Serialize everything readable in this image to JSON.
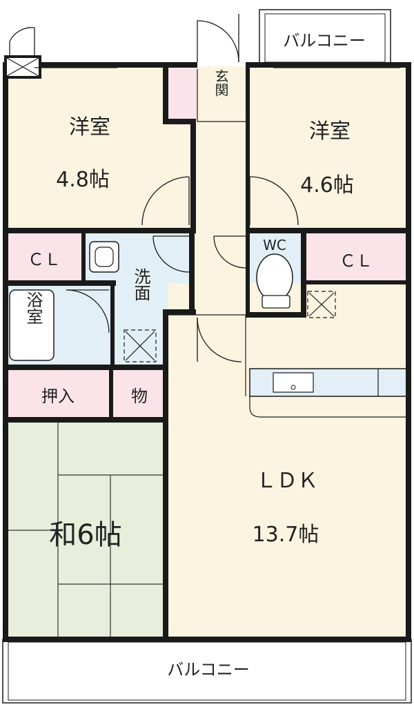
{
  "colors": {
    "wall": "#1a1a1a",
    "western_room": "#fbf4e0",
    "ldk": "#fbf4e0",
    "japanese_room": "#e7eedb",
    "storage": "#fae4ea",
    "wet_area": "#e2eff6",
    "balcony": "#ffffff"
  },
  "rooms": {
    "western_left": {
      "name": "洋室",
      "size": "4.8帖"
    },
    "western_right": {
      "name": "洋室",
      "size": "4.6帖"
    },
    "closet_left": {
      "label": "ＣＬ"
    },
    "closet_right": {
      "label": "ＣＬ"
    },
    "washroom": {
      "label": "洗面"
    },
    "bathroom": {
      "label": "浴室"
    },
    "toilet": {
      "label": "WC"
    },
    "entrance": {
      "label": "玄関"
    },
    "closet_oshiire": {
      "label": "押入"
    },
    "storage_mono": {
      "label": "物"
    },
    "japanese_room": {
      "label": "和6帖"
    },
    "ldk": {
      "name": "ＬＤＫ",
      "size": "13.7帖"
    }
  },
  "balconies": {
    "top": "バルコニー",
    "bottom": "バルコニー"
  },
  "icons": [
    "ventilation-fan-icon",
    "toilet-icon",
    "bathtub-icon",
    "washbasin-icon",
    "kitchen-sink-icon",
    "door-swing-icon",
    "window-icon"
  ]
}
